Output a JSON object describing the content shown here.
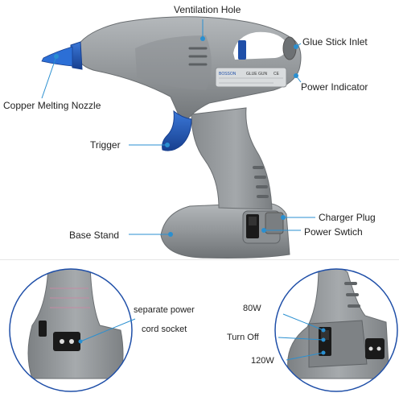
{
  "labels": {
    "ventilation_hole": "Ventilation Hole",
    "glue_stick_inlet": "Glue Stick Inlet",
    "power_indicator": "Power Indicator",
    "copper_melting_nozzle": "Copper Melting Nozzle",
    "trigger": "Trigger",
    "charger_plug": "Charger Plug",
    "base_stand": "Base Stand",
    "power_switch": "Power Swtich",
    "separate_power": "separate power",
    "cord_socket": "cord socket",
    "watt_80": "80W",
    "turn_off": "Turn Off",
    "watt_120": "120W"
  },
  "device_plate": {
    "brand": "BOSSON",
    "product": "GLUE GUN",
    "ce_mark": "CE"
  },
  "colors": {
    "body_gray": "#8f9396",
    "accent_blue": "#1f4fa8",
    "nozzle_blue": "#2c6fd6",
    "callout_blue": "#2a8fd0",
    "switch_black": "#1a1a1a"
  }
}
